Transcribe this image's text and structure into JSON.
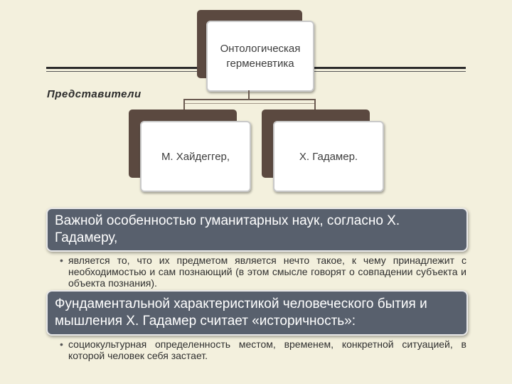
{
  "diagram": {
    "root": {
      "label_line1": "Онтологическая",
      "label_line2": "герменевтика"
    },
    "section_label": "Представители",
    "children": [
      {
        "label": "М.  Хайдеггер,"
      },
      {
        "label": "Х.  Гадамер."
      }
    ]
  },
  "blocks": [
    {
      "heading": "Важной особенностью гуманитарных наук, согласно Х. Гадамеру,",
      "bullet": "является то, что их предметом является нечто такое, к чему принадлежит с необходимостью и сам познающий (в этом смысле говорят о совпадении субъекта и объекта познания)."
    },
    {
      "heading": "Фундаментальной характеристикой человеческого бытия и мышления Х. Гадамер считает «историчность»:",
      "bullet": "социокультурная определенность местом, временем, конкретной ситуацией, в которой человек себя застает."
    }
  ],
  "colors": {
    "background": "#f3f0dd",
    "card_shadow": "#5b4940",
    "banner": "#58606d"
  }
}
